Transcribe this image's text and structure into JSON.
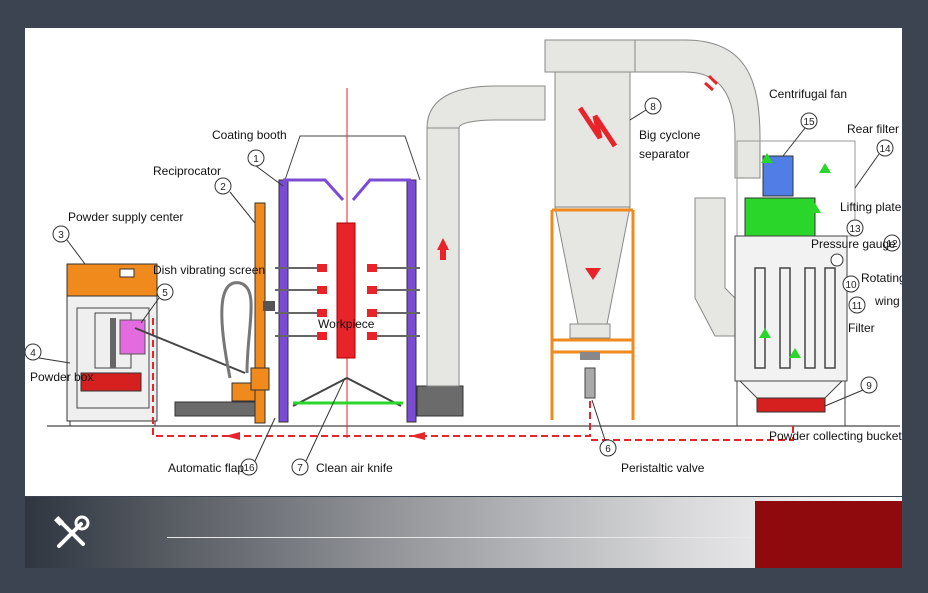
{
  "labels": {
    "coating_booth": "Coating booth",
    "reciprocator": "Reciprocator",
    "powder_supply_center": "Powder supply center",
    "dish_vibrating_screen": "Dish vibrating screen",
    "powder_box": "Powder box",
    "workpiece": "Workpiece",
    "big_cyclone": "Big cyclone",
    "separator": "separator",
    "centrifugal_fan": "Centrifugal fan",
    "rear_filter": "Rear filter",
    "lifting_plate": "Lifting plate",
    "pressure_gauge": "Pressure gauge",
    "rotating": "Rotating",
    "wing": "wing",
    "filter": "Filter",
    "powder_collecting_bucket": "Powder collecting bucket",
    "peristaltic_valve": "Peristaltic valve",
    "automatic_flap": "Automatic flap",
    "clean_air_knife": "Clean air knife"
  },
  "numbers": {
    "n1": "1",
    "n2": "2",
    "n3": "3",
    "n4": "4",
    "n5": "5",
    "n6": "6",
    "n7": "7",
    "n8": "8",
    "n9": "9",
    "n10": "10",
    "n11": "11",
    "n12": "12",
    "n13": "13",
    "n14": "14",
    "n15": "15",
    "n16": "16"
  },
  "footer": {
    "tools_icon": "wrench-screwdriver-icon",
    "accent_color": "#8e0a0c"
  },
  "colors": {
    "frame_orange": "#f08a1c",
    "booth_purple": "#7b4bd6",
    "cyclone_gray": "#e6e6e2",
    "fan_green": "#2bd62b",
    "flow_red": "#e8232a"
  }
}
